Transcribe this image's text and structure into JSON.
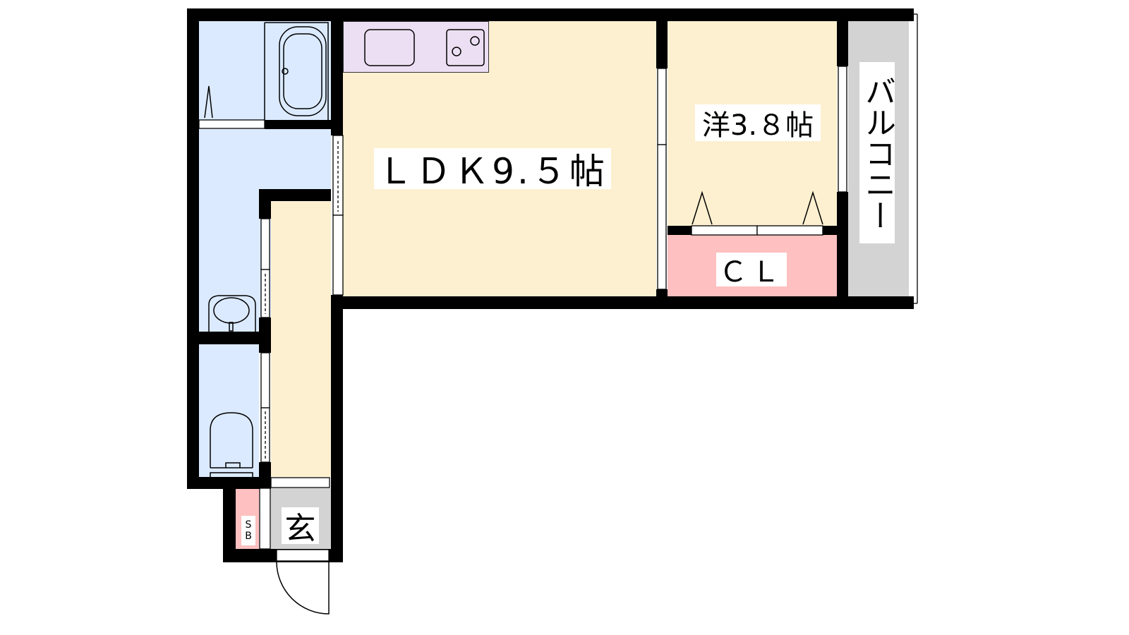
{
  "rooms": {
    "ldk": "ＬＤＫ9.５帖",
    "western": "洋3.８帖",
    "closet": "ＣＬ",
    "balcony": "バルコニー",
    "entrance": "玄",
    "shoe_box": "SB"
  },
  "colors": {
    "wet_area": "#dbeaff",
    "living": "#fdf0d0",
    "kitchen": "#ecdff3",
    "closet": "#fec0c0",
    "balcony": "#d3d3d3"
  }
}
